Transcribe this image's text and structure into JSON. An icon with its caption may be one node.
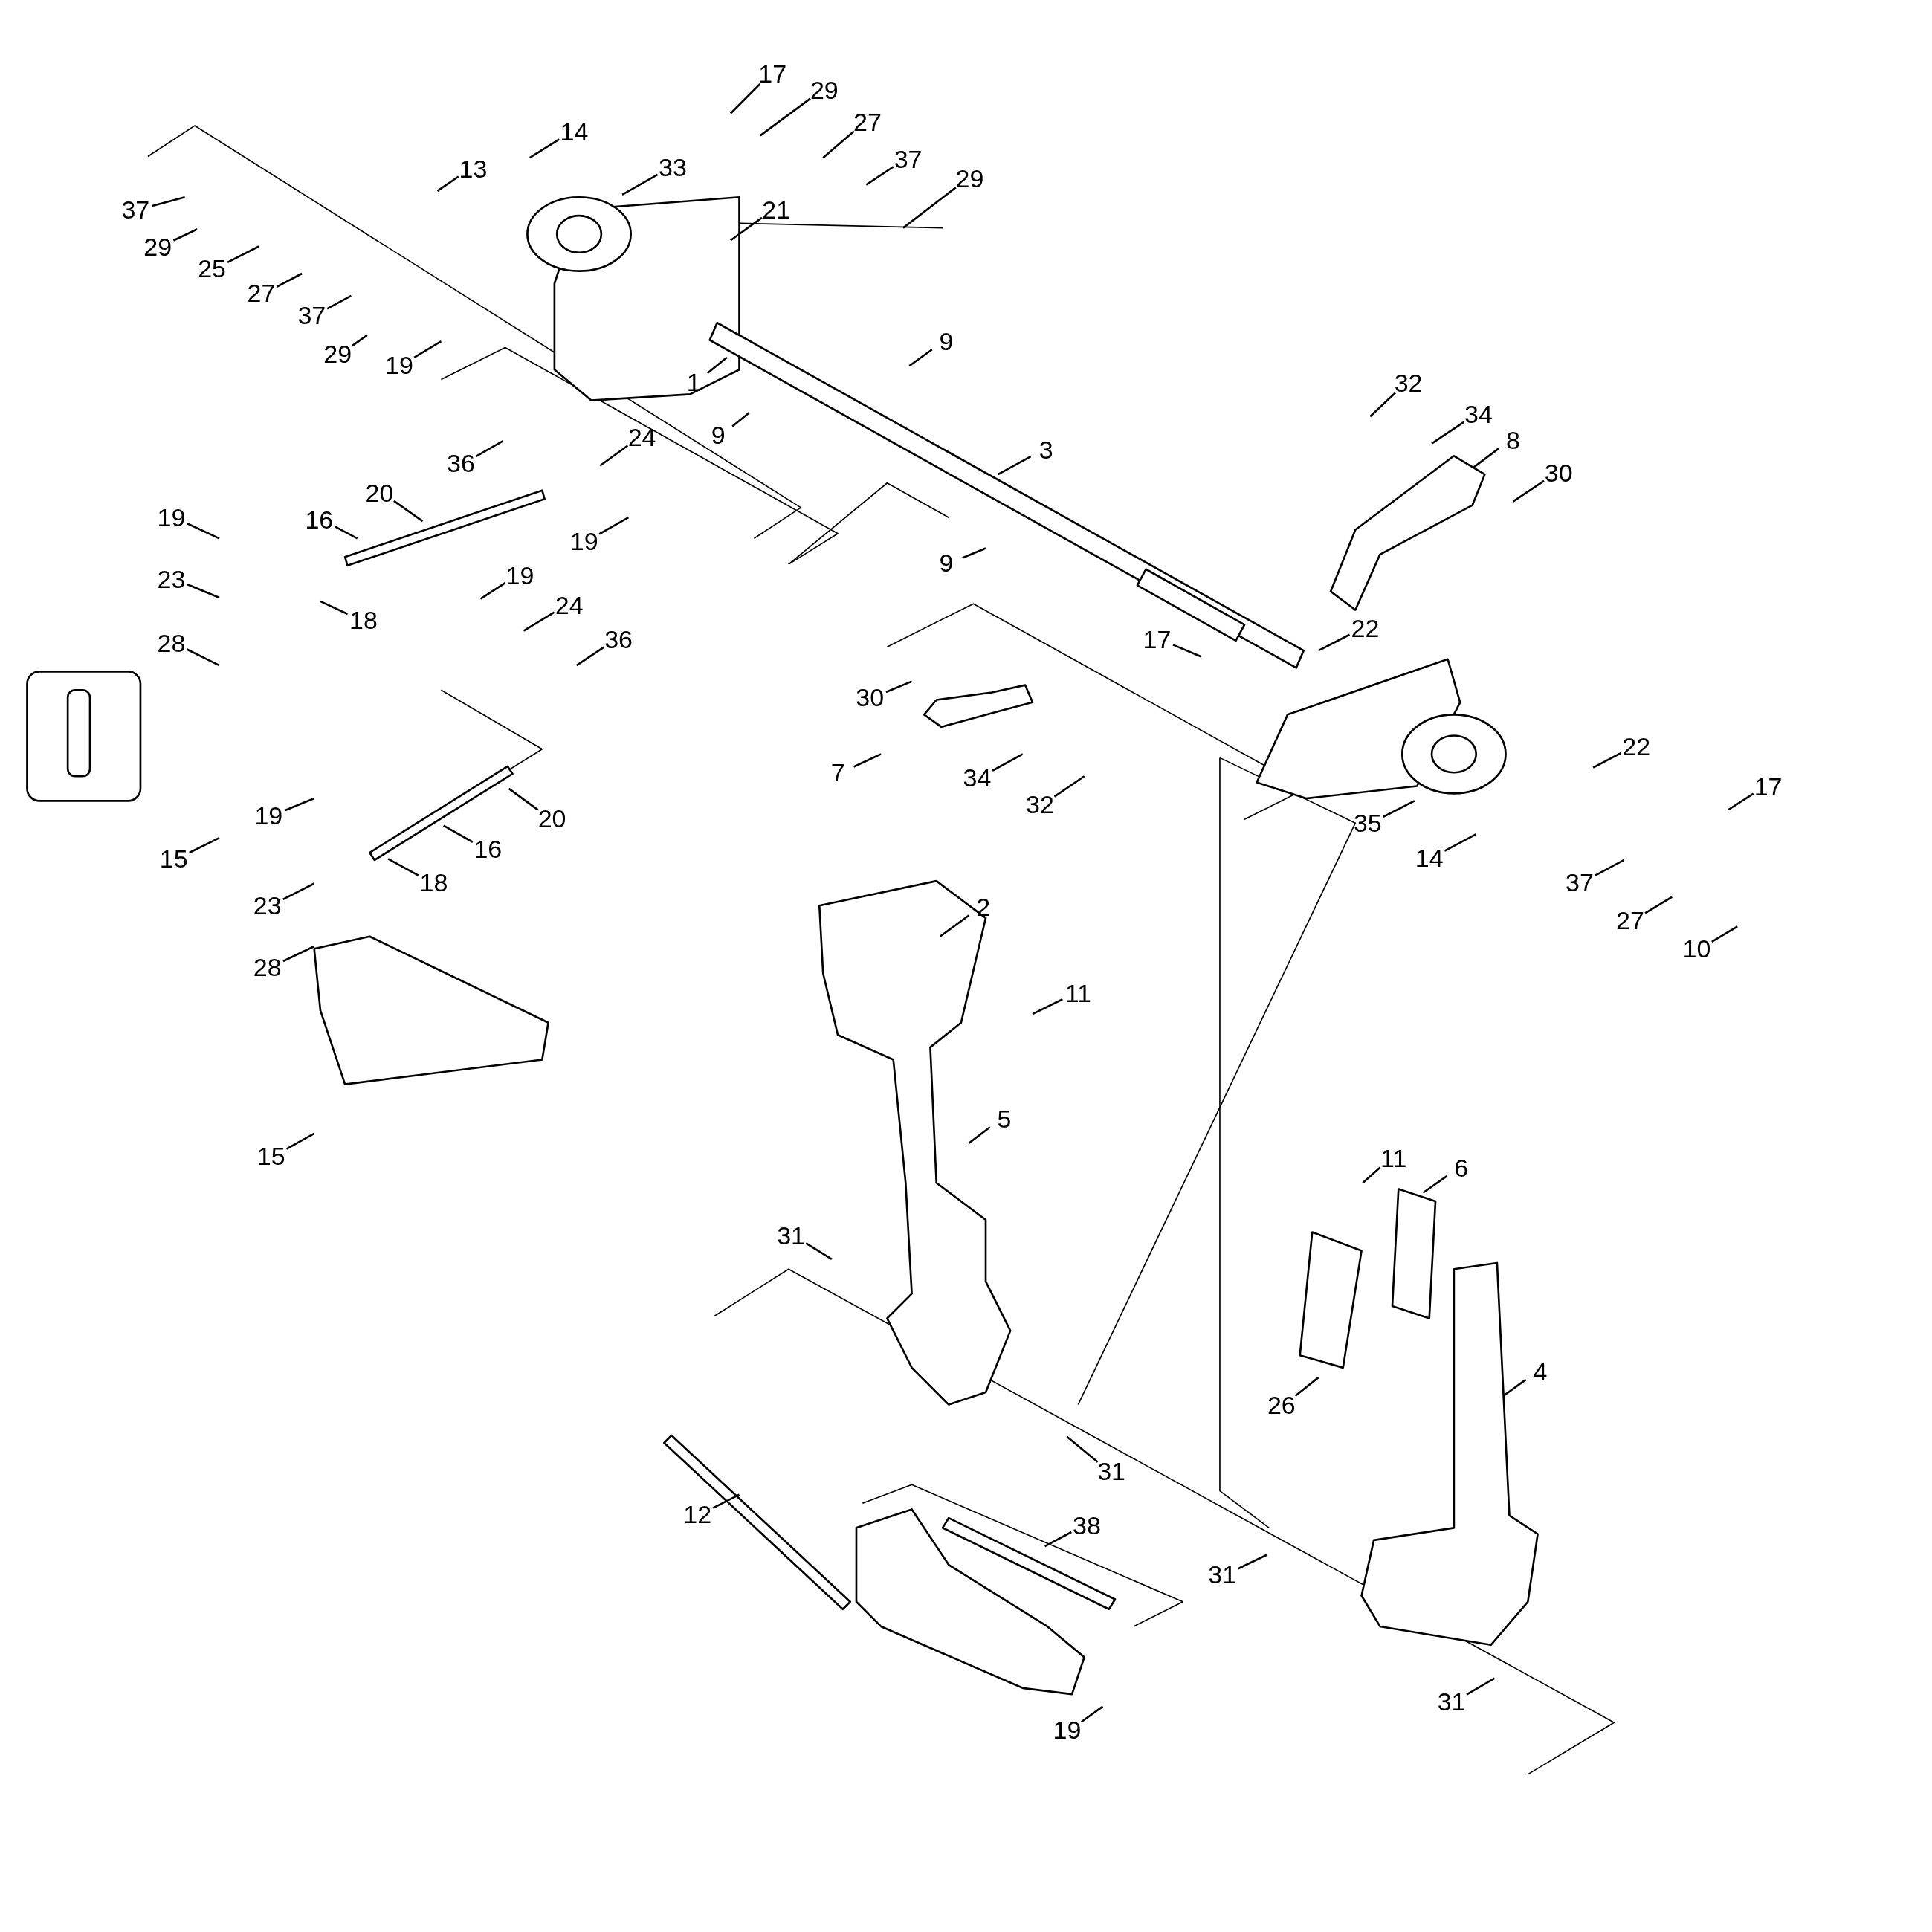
{
  "diagram": {
    "nodes": [
      {
        "text": [
          "17"
        ]
      },
      {
        "text": [
          "29"
        ]
      },
      {
        "text": [
          "27"
        ]
      },
      {
        "text": [
          "37"
        ]
      },
      {
        "text": [
          "29"
        ]
      },
      {
        "text": [
          "14"
        ]
      },
      {
        "text": [
          "13"
        ]
      },
      {
        "text": [
          "33"
        ]
      },
      {
        "text": [
          "21"
        ]
      },
      {
        "text": [
          "37"
        ]
      },
      {
        "text": [
          "29"
        ]
      },
      {
        "text": [
          "25"
        ]
      },
      {
        "text": [
          "27"
        ]
      },
      {
        "text": [
          "37"
        ]
      },
      {
        "text": [
          "29"
        ]
      },
      {
        "text": [
          "19"
        ]
      },
      {
        "text": [
          "9"
        ]
      },
      {
        "text": [
          "1"
        ]
      },
      {
        "text": [
          "9"
        ]
      },
      {
        "text": [
          "36"
        ]
      },
      {
        "text": [
          "24"
        ]
      },
      {
        "text": [
          "3"
        ]
      },
      {
        "text": [
          "19"
        ]
      },
      {
        "text": [
          "20"
        ]
      },
      {
        "text": [
          "16"
        ]
      },
      {
        "text": [
          "19"
        ]
      },
      {
        "text": [
          "9"
        ]
      },
      {
        "text": [
          "23"
        ]
      },
      {
        "text": [
          "18"
        ]
      },
      {
        "text": [
          "19"
        ]
      },
      {
        "text": [
          "24"
        ]
      },
      {
        "text": [
          "36"
        ]
      },
      {
        "text": [
          "28"
        ]
      },
      {
        "text": [
          "32"
        ]
      },
      {
        "text": [
          "34"
        ]
      },
      {
        "text": [
          "8"
        ]
      },
      {
        "text": [
          "30"
        ]
      },
      {
        "text": [
          "17"
        ]
      },
      {
        "text": [
          "22"
        ]
      },
      {
        "text": [
          "30"
        ]
      },
      {
        "text": [
          "7"
        ]
      },
      {
        "text": [
          "34"
        ]
      },
      {
        "text": [
          "32"
        ]
      },
      {
        "text": [
          "35"
        ]
      },
      {
        "text": [
          "22"
        ]
      },
      {
        "text": [
          "17"
        ]
      },
      {
        "text": [
          "14"
        ]
      },
      {
        "text": [
          "19"
        ]
      },
      {
        "text": [
          "20"
        ]
      },
      {
        "text": [
          "16"
        ]
      },
      {
        "text": [
          "15"
        ]
      },
      {
        "text": [
          "18"
        ]
      },
      {
        "text": [
          "23"
        ]
      },
      {
        "text": [
          "37"
        ]
      },
      {
        "text": [
          "27"
        ]
      },
      {
        "text": [
          "10"
        ]
      },
      {
        "text": [
          "2"
        ]
      },
      {
        "text": [
          "28"
        ]
      },
      {
        "text": [
          "11"
        ]
      },
      {
        "text": [
          "15"
        ]
      },
      {
        "text": [
          "5"
        ]
      },
      {
        "text": [
          "11"
        ]
      },
      {
        "text": [
          "6"
        ]
      },
      {
        "text": [
          "31"
        ]
      },
      {
        "text": [
          "4"
        ]
      },
      {
        "text": [
          "26"
        ]
      },
      {
        "text": [
          "31"
        ]
      },
      {
        "text": [
          "12"
        ]
      },
      {
        "text": [
          "38"
        ]
      },
      {
        "text": [
          "31"
        ]
      },
      {
        "text": [
          "19"
        ]
      },
      {
        "text": [
          "31"
        ]
      }
    ],
    "edges": [
      {
        "from": 0,
        "to": null,
        "arrow": "none"
      },
      {
        "from": 1,
        "to": null,
        "arrow": "none"
      },
      {
        "from": 2,
        "to": null,
        "arrow": "none"
      },
      {
        "from": 3,
        "to": null,
        "arrow": "none"
      },
      {
        "from": 4,
        "to": null,
        "arrow": "none"
      },
      {
        "from": 5,
        "to": null,
        "arrow": "none"
      },
      {
        "from": 6,
        "to": null,
        "arrow": "none"
      },
      {
        "from": 7,
        "to": null,
        "arrow": "none"
      },
      {
        "from": 8,
        "to": null,
        "arrow": "none"
      },
      {
        "from": 9,
        "to": null,
        "arrow": "none"
      },
      {
        "from": 10,
        "to": null,
        "arrow": "none"
      },
      {
        "from": 11,
        "to": null,
        "arrow": "none"
      },
      {
        "from": 12,
        "to": null,
        "arrow": "none"
      },
      {
        "from": 13,
        "to": null,
        "arrow": "none"
      },
      {
        "from": 14,
        "to": null,
        "arrow": "none"
      },
      {
        "from": 15,
        "to": null,
        "arrow": "none"
      },
      {
        "from": 16,
        "to": null,
        "arrow": "none"
      },
      {
        "from": 17,
        "to": null,
        "arrow": "none"
      },
      {
        "from": 18,
        "to": null,
        "arrow": "none"
      },
      {
        "from": 19,
        "to": null,
        "arrow": "none"
      },
      {
        "from": 20,
        "to": null,
        "arrow": "none"
      },
      {
        "from": 21,
        "to": null,
        "arrow": "none"
      },
      {
        "from": 22,
        "to": null,
        "arrow": "none"
      },
      {
        "from": 23,
        "to": null,
        "arrow": "none"
      },
      {
        "from": 24,
        "to": null,
        "arrow": "none"
      },
      {
        "from": 25,
        "to": null,
        "arrow": "none"
      },
      {
        "from": 26,
        "to": null,
        "arrow": "none"
      },
      {
        "from": 27,
        "to": null,
        "arrow": "none"
      },
      {
        "from": 28,
        "to": null,
        "arrow": "none"
      },
      {
        "from": 29,
        "to": null,
        "arrow": "none"
      },
      {
        "from": 30,
        "to": null,
        "arrow": "none"
      },
      {
        "from": 31,
        "to": null,
        "arrow": "none"
      },
      {
        "from": 32,
        "to": null,
        "arrow": "none"
      },
      {
        "from": 33,
        "to": null,
        "arrow": "none"
      },
      {
        "from": 34,
        "to": null,
        "arrow": "none"
      },
      {
        "from": 35,
        "to": null,
        "arrow": "none"
      },
      {
        "from": 36,
        "to": null,
        "arrow": "none"
      },
      {
        "from": 37,
        "to": null,
        "arrow": "none"
      },
      {
        "from": 38,
        "to": null,
        "arrow": "none"
      },
      {
        "from": 39,
        "to": null,
        "arrow": "none"
      },
      {
        "from": 40,
        "to": null,
        "arrow": "none"
      },
      {
        "from": 41,
        "to": null,
        "arrow": "none"
      },
      {
        "from": 42,
        "to": null,
        "arrow": "none"
      },
      {
        "from": 43,
        "to": null,
        "arrow": "none"
      },
      {
        "from": 44,
        "to": null,
        "arrow": "none"
      },
      {
        "from": 45,
        "to": null,
        "arrow": "none"
      },
      {
        "from": 46,
        "to": null,
        "arrow": "none"
      },
      {
        "from": 47,
        "to": null,
        "arrow": "none"
      },
      {
        "from": 48,
        "to": null,
        "arrow": "none"
      },
      {
        "from": 49,
        "to": null,
        "arrow": "none"
      },
      {
        "from": 50,
        "to": null,
        "arrow": "none"
      },
      {
        "from": 51,
        "to": null,
        "arrow": "none"
      },
      {
        "from": 52,
        "to": null,
        "arrow": "none"
      },
      {
        "from": 53,
        "to": null,
        "arrow": "none"
      },
      {
        "from": 54,
        "to": null,
        "arrow": "none"
      },
      {
        "from": 55,
        "to": null,
        "arrow": "none"
      },
      {
        "from": 56,
        "to": null,
        "arrow": "none"
      },
      {
        "from": 57,
        "to": null,
        "arrow": "none"
      },
      {
        "from": 58,
        "to": null,
        "arrow": "none"
      },
      {
        "from": 59,
        "to": null,
        "arrow": "none"
      },
      {
        "from": 60,
        "to": null,
        "arrow": "none"
      },
      {
        "from": 61,
        "to": null,
        "arrow": "none"
      },
      {
        "from": 62,
        "to": null,
        "arrow": "none"
      },
      {
        "from": 63,
        "to": null,
        "arrow": "none"
      },
      {
        "from": 64,
        "to": null,
        "arrow": "none"
      },
      {
        "from": 65,
        "to": null,
        "arrow": "none"
      },
      {
        "from": 66,
        "to": null,
        "arrow": "none"
      },
      {
        "from": 67,
        "to": null,
        "arrow": "none"
      },
      {
        "from": 68,
        "to": null,
        "arrow": "none"
      },
      {
        "from": 69,
        "to": null,
        "arrow": "none"
      },
      {
        "from": 70,
        "to": null,
        "arrow": "none"
      },
      {
        "from": 71,
        "to": null,
        "arrow": "none"
      }
    ]
  }
}
